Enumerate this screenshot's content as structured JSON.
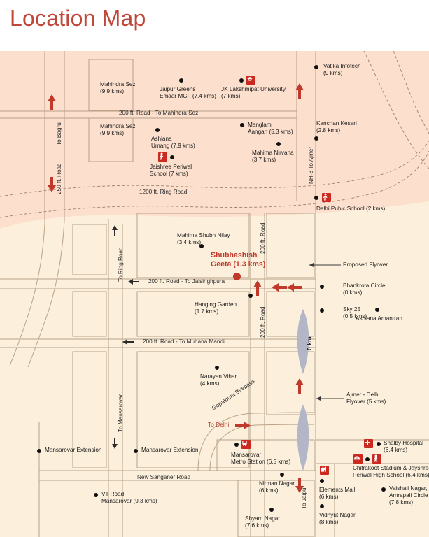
{
  "page": {
    "title": "Location Map",
    "title_color": "#c0483b"
  },
  "colors": {
    "zone_pink": "#fcdfcd",
    "zone_cream": "#fcf0dc",
    "road_line": "#b9a288",
    "icon_red": "#cc2a20",
    "highlight_red": "#c0392b",
    "km_marker": "#b3b6c6",
    "dot_black": "#111111"
  },
  "highlight": {
    "name": "Shubhashish",
    "detail": "Geeta (1.3 kms)"
  },
  "km_marker": {
    "label": "0 km"
  },
  "roads": {
    "horizontal": [
      {
        "name": "200 ft. Road - To Mahindra Sez",
        "id": "road-mahindra-sez"
      },
      {
        "name": "1200 ft. Ring Road",
        "id": "road-ring"
      },
      {
        "name": "200 ft. Road - To Jaisinghpura",
        "id": "road-jaisinghpura"
      },
      {
        "name": "200 ft. Road - To Muhana Mandi",
        "id": "road-muhana-mandi"
      },
      {
        "name": "New Sanganer Road",
        "id": "road-new-sanganer"
      }
    ],
    "vertical": [
      {
        "name": "To Bagru",
        "id": "road-to-bagru"
      },
      {
        "name": "250 ft. Road",
        "id": "road-250ft"
      },
      {
        "name": "To Ring Road",
        "id": "road-to-ring-road"
      },
      {
        "name": "NH-8 To Ajmer",
        "id": "road-nh8-ajmer"
      },
      {
        "name": "200 ft. Road",
        "id": "road-200ft-upper"
      },
      {
        "name": "200 ft. Road",
        "id": "road-200ft-lower"
      },
      {
        "name": "To Mansarovar",
        "id": "road-to-mansarovar"
      },
      {
        "name": "To Jaipur",
        "id": "road-to-jaipur"
      }
    ],
    "curved": [
      {
        "name": "Gopalpura Byepass",
        "id": "road-gopalpura-byepass"
      }
    ],
    "direction_labels": [
      {
        "name": "To Delhi",
        "id": "label-to-delhi"
      }
    ]
  },
  "callouts": [
    {
      "name": "Proposed Flyover",
      "id": "callout-proposed-flyover"
    },
    {
      "name": "Ajmer - Delhi",
      "detail": "Flyover (5 kms)",
      "id": "callout-ajmer-delhi-flyover"
    }
  ],
  "places": [
    {
      "id": "mahindra-sez-upper",
      "name": "Mahindra Sez",
      "detail": "(9.9 kms)"
    },
    {
      "id": "mahindra-sez-lower",
      "name": "Mahindra Sez",
      "detail": "(9.9 kms)"
    },
    {
      "id": "jaipur-greens",
      "name": "Jaipur Greens",
      "detail": "Emaar MGF (7.4 kms)"
    },
    {
      "id": "jk-lakshmipat-university",
      "name": "JK Lakshmipat University",
      "detail": "(7 kms)",
      "icon": "university-icon"
    },
    {
      "id": "vatika-infotech",
      "name": "Vatika Infotech",
      "detail": "(9 kms)"
    },
    {
      "id": "ashiana-umang",
      "name": "Ashiana",
      "detail": "Umang (7.9 kms)"
    },
    {
      "id": "manglam-aangan",
      "name": "Manglam",
      "detail": "Aangan (5.3 kms)"
    },
    {
      "id": "mahima-nirvana",
      "name": "Mahima Nirvana",
      "detail": "(3.7 kms)"
    },
    {
      "id": "kanchan-kesari",
      "name": "Kanchan Kesari",
      "detail": "(2.8 kms)"
    },
    {
      "id": "jaishree-periwal-school",
      "name": "Jaishree Periwal",
      "detail": "School (7 kms)",
      "icon": "school-icon"
    },
    {
      "id": "delhi-pubic-school",
      "name": "Delhi Pubic School (2 kms)",
      "detail": "",
      "icon": "school-icon"
    },
    {
      "id": "mahima-shubh-nilay",
      "name": "Mahima Shubh Nilay",
      "detail": "(3.4 kms)"
    },
    {
      "id": "hanging-garden",
      "name": "Hanging Garden",
      "detail": "(1.7 kms)"
    },
    {
      "id": "bhankrota-circle",
      "name": "Bhankrota Circle",
      "detail": "(0 kms)"
    },
    {
      "id": "sky-25",
      "name": "Sky 25",
      "detail": "(0.5 kms)"
    },
    {
      "id": "ashiana-amantran",
      "name": "Ashiana Amantran",
      "detail": ""
    },
    {
      "id": "narayan-vihar",
      "name": "Narayan Vihar",
      "detail": "(4 kms)"
    },
    {
      "id": "mansarovar-extension-left",
      "name": "Mansarovar Extension",
      "detail": ""
    },
    {
      "id": "mansarovar-extension-right",
      "name": "Mansarovar Extension",
      "detail": ""
    },
    {
      "id": "vt-road-mansarovar",
      "name": "VT Road",
      "detail": "Mansarovar (9.3 kms)"
    },
    {
      "id": "mansarovar-metro-station",
      "name": "Mansarovar",
      "detail": "Metro Station (6.5 kms)",
      "icon": "metro-icon"
    },
    {
      "id": "nirman-nagar",
      "name": "Nirman Nagar",
      "detail": "(6 kms)"
    },
    {
      "id": "shyam-nagar",
      "name": "Shyam Nagar",
      "detail": "(7.6 kms)"
    },
    {
      "id": "shalby-hospital",
      "name": "Shalby Hospital",
      "detail": "(6.4 kms)",
      "icon": "hospital-icon"
    },
    {
      "id": "chitrakoot-stadium",
      "name": "Chitrakoot Stadium & Jayshree",
      "detail": "Periwal High School (6.4 kms)",
      "icon": "stadium-icon"
    },
    {
      "id": "elements-mall",
      "name": "Elements Mall",
      "detail": "(6 kms)",
      "icon": "mall-icon"
    },
    {
      "id": "vidhyut-nagar",
      "name": "Vidhyut Nagar",
      "detail": "(8 kms)"
    },
    {
      "id": "vaishali-nagar",
      "name": "Vaishali Nagar,",
      "detail": "Amrapali Circle",
      "detail2": "(7.8 kms)"
    }
  ]
}
